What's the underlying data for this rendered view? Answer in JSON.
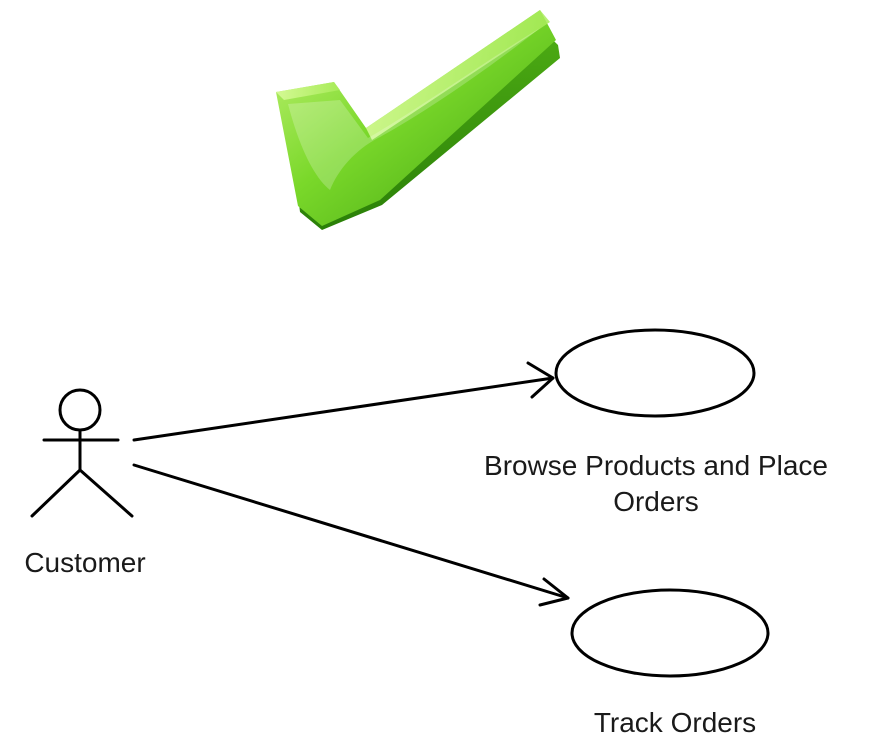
{
  "diagram": {
    "type": "uml-use-case",
    "badge": {
      "icon": "checkmark-icon",
      "colors": {
        "light": "#b8f06a",
        "mid": "#66cc1a",
        "dark": "#2f8f0a"
      }
    },
    "actor": {
      "name": "Customer",
      "icon": "stick-figure-actor-icon"
    },
    "use_cases": [
      {
        "label_line1": "Browse Products and Place",
        "label_line2": "Orders"
      },
      {
        "label_line1": "Track Orders"
      }
    ],
    "associations": [
      {
        "from": "Customer",
        "to": "Browse Products and Place Orders",
        "arrow": "open"
      },
      {
        "from": "Customer",
        "to": "Track Orders",
        "arrow": "open"
      }
    ],
    "line_color": "#000000",
    "text_color": "#1a1a1a"
  }
}
